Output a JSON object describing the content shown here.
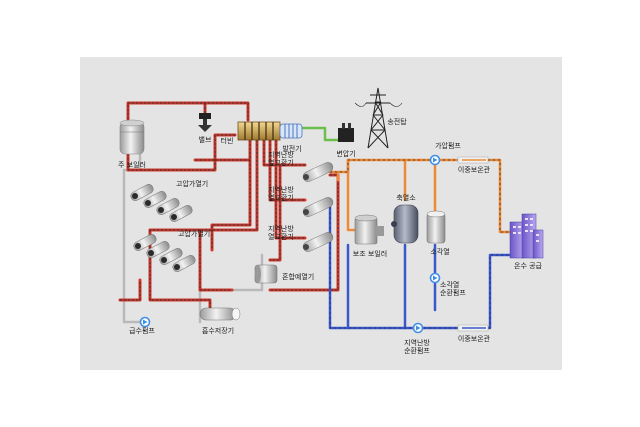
{
  "colors": {
    "panel": "#e4e4e4",
    "steam": "#d4392d",
    "steam_dash": "#3a2a2a",
    "orange": "#ee8a35",
    "blue": "#3b58c9",
    "green": "#6cc04a",
    "grey_line": "#b9b9b9",
    "pump": "#3f8fe6"
  },
  "labels": {
    "main_boiler": "주 보일러",
    "valve": "밸브",
    "turbine": "터빈",
    "generator": "발전기",
    "transformer": "변압기",
    "transmission_tower": "송전탑",
    "hp_heater_1": "고압가열기",
    "hp_heater_2": "고압가열기",
    "dh_exchanger_1": "지역난방\n열교환기",
    "dh_exchanger_2": "지역난방\n열교환기",
    "dh_exchanger_3": "지역난방\n열교환기",
    "aux_boiler": "보조 보일러",
    "heat_storage": "축열소",
    "cooler": "소각열",
    "pressure_pump": "가압펌프",
    "double_pipe_1": "이중보온관",
    "double_pipe_2": "이중보온관",
    "hot_water_supply": "온수 공급",
    "mixed_heater": "혼합예열기",
    "feed_pump": "급수펌프",
    "deaerator": "흡수저장기",
    "incin_circ_pump": "소각열\n순환펌프",
    "dh_circ_pump": "지역난방\n순환펌프"
  }
}
